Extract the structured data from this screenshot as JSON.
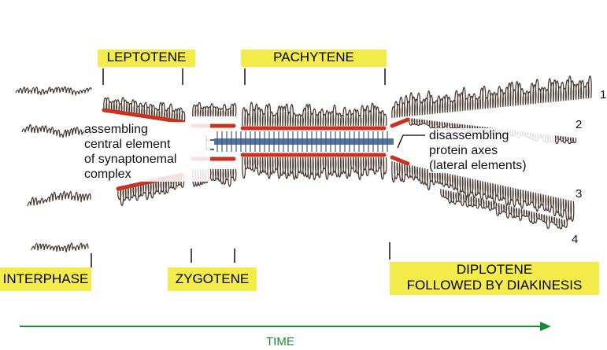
{
  "stages": {
    "leptotene": "LEPTOTENE",
    "pachytene": "PACHYTENE",
    "interphase": "INTERPHASE",
    "zygotene": "ZYGOTENE",
    "diplotene_line1": "DIPLOTENE",
    "diplotene_line2": "FOLLOWED BY DIAKINESIS"
  },
  "annotations": {
    "left_1": "assembling",
    "left_2": "central element",
    "left_3": "of synaptonemal",
    "left_4": "complex",
    "right_1": "disassembling",
    "right_2": "protein axes",
    "right_3": "(lateral elements)"
  },
  "chromatid_numbers": [
    "1",
    "2",
    "3",
    "4"
  ],
  "axis": {
    "label": "TIME"
  },
  "colors": {
    "stage_label_bg": "#f4ec4a",
    "chromatin": "#4a3a30",
    "protein_axis": "#c8321e",
    "central_element": "#3a5a8a",
    "time_arrow": "#1a8a3a"
  }
}
